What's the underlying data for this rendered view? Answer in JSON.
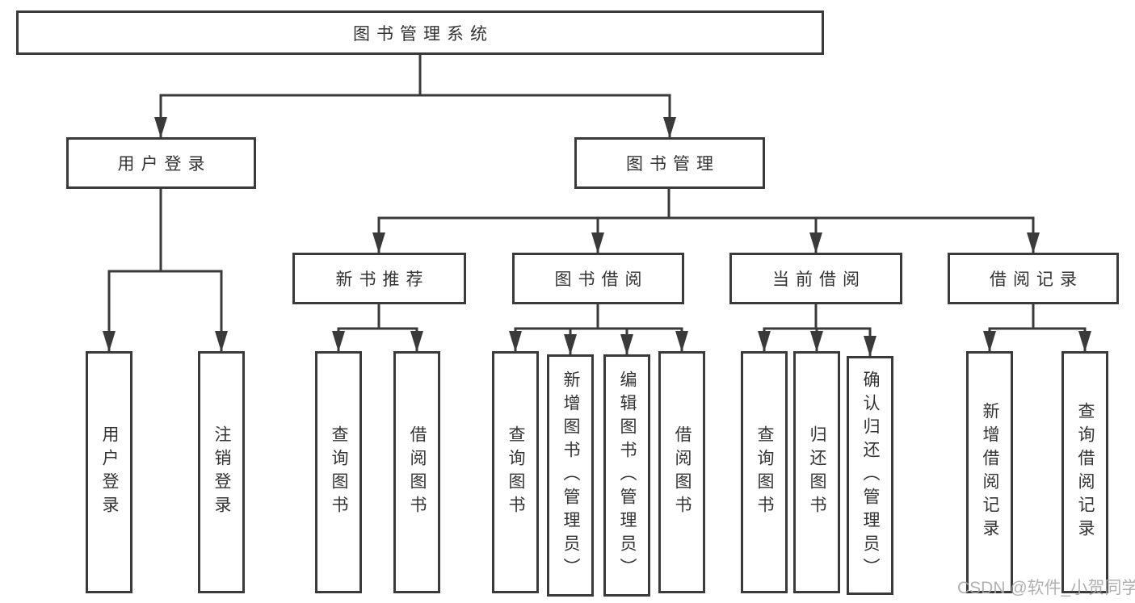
{
  "colors": {
    "line": "#3a3a3a",
    "text": "#333333",
    "watermark": "#a9a9a9",
    "background": "#ffffff"
  },
  "watermark": {
    "text": "CSDN @软件_小贺同学"
  },
  "diagram": {
    "title": "图书管理系统",
    "level2": [
      {
        "label": "用户登录"
      },
      {
        "label": "图书管理"
      }
    ],
    "level3": [
      {
        "label": "新书推荐",
        "parent": "图书管理"
      },
      {
        "label": "图书借阅",
        "parent": "图书管理"
      },
      {
        "label": "当前借阅",
        "parent": "图书管理"
      },
      {
        "label": "借阅记录",
        "parent": "图书管理"
      }
    ],
    "leaves": [
      {
        "label": "用户登录",
        "parent": "用户登录"
      },
      {
        "label": "注销登录",
        "parent": "用户登录"
      },
      {
        "label": "查询图书",
        "parent": "新书推荐"
      },
      {
        "label": "借阅图书",
        "parent": "新书推荐"
      },
      {
        "label": "查询图书",
        "parent": "图书借阅"
      },
      {
        "label": "新增图书（管理员）",
        "parent": "图书借阅"
      },
      {
        "label": "编辑图书（管理员）",
        "parent": "图书借阅"
      },
      {
        "label": "借阅图书",
        "parent": "图书借阅"
      },
      {
        "label": "查询图书",
        "parent": "当前借阅"
      },
      {
        "label": "归还图书",
        "parent": "当前借阅"
      },
      {
        "label": "确认归还（管理员）",
        "parent": "当前借阅"
      },
      {
        "label": "新增借阅记录",
        "parent": "借阅记录"
      },
      {
        "label": "查询借阅记录",
        "parent": "借阅记录"
      }
    ]
  }
}
